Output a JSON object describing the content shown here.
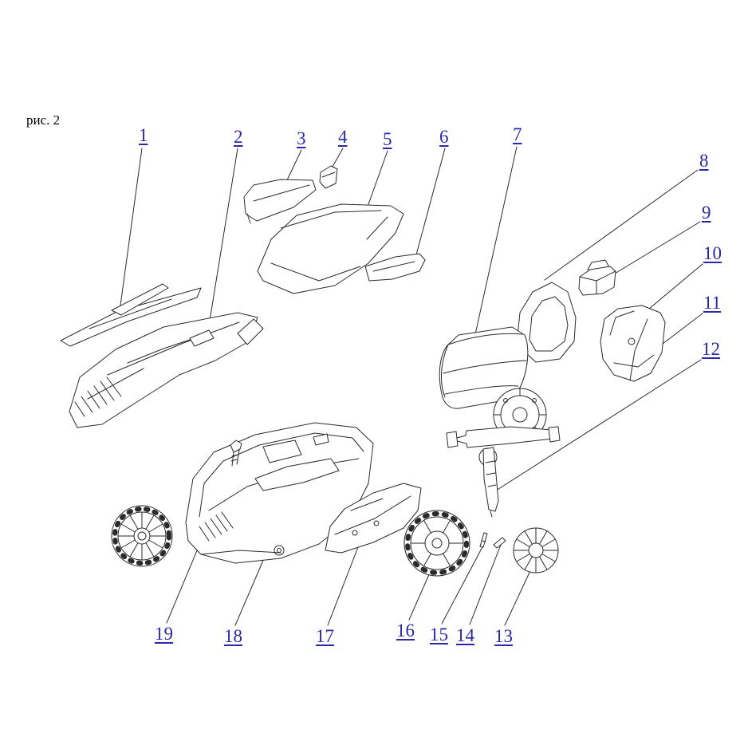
{
  "figure": {
    "label": "рис. 2"
  },
  "colors": {
    "callout_text": "#2828a8",
    "line_art": "#2a2a2a",
    "background": "#ffffff"
  },
  "callouts": [
    {
      "label": "1"
    },
    {
      "label": "2"
    },
    {
      "label": "3"
    },
    {
      "label": "4"
    },
    {
      "label": "5"
    },
    {
      "label": "6"
    },
    {
      "label": "7"
    },
    {
      "label": "8"
    },
    {
      "label": "9"
    },
    {
      "label": "10"
    },
    {
      "label": "11"
    },
    {
      "label": "12"
    },
    {
      "label": "13"
    },
    {
      "label": "14"
    },
    {
      "label": "15"
    },
    {
      "label": "16"
    },
    {
      "label": "17"
    },
    {
      "label": "18"
    },
    {
      "label": "19"
    }
  ]
}
